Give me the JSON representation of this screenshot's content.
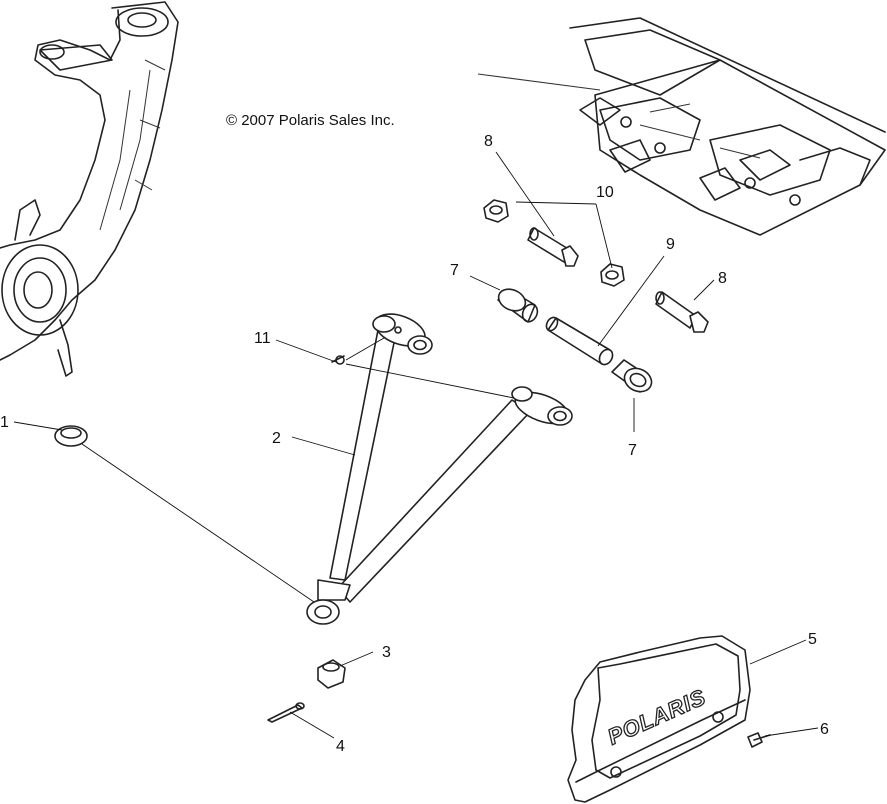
{
  "copyright": "© 2007 Polaris Sales Inc.",
  "brand_mark": "POLARIS",
  "callouts": {
    "c1": "1",
    "c2": "2",
    "c3": "3",
    "c4": "4",
    "c5": "5",
    "c6": "6",
    "c7a": "7",
    "c7b": "7",
    "c8a": "8",
    "c8b": "8",
    "c9": "9",
    "c10": "10",
    "c11": "11"
  },
  "parts": [
    {
      "ref": "1",
      "icon": "ball-joint-cap-icon"
    },
    {
      "ref": "2",
      "icon": "a-arm-icon"
    },
    {
      "ref": "3",
      "icon": "castle-nut-icon"
    },
    {
      "ref": "4",
      "icon": "cotter-pin-icon"
    },
    {
      "ref": "5",
      "icon": "a-arm-guard-icon"
    },
    {
      "ref": "6",
      "icon": "screw-icon"
    },
    {
      "ref": "7",
      "icon": "bushing-icon"
    },
    {
      "ref": "8",
      "icon": "bolt-icon"
    },
    {
      "ref": "9",
      "icon": "pivot-tube-icon"
    },
    {
      "ref": "10",
      "icon": "nut-icon"
    },
    {
      "ref": "11",
      "icon": "grease-fitting-icon"
    }
  ]
}
